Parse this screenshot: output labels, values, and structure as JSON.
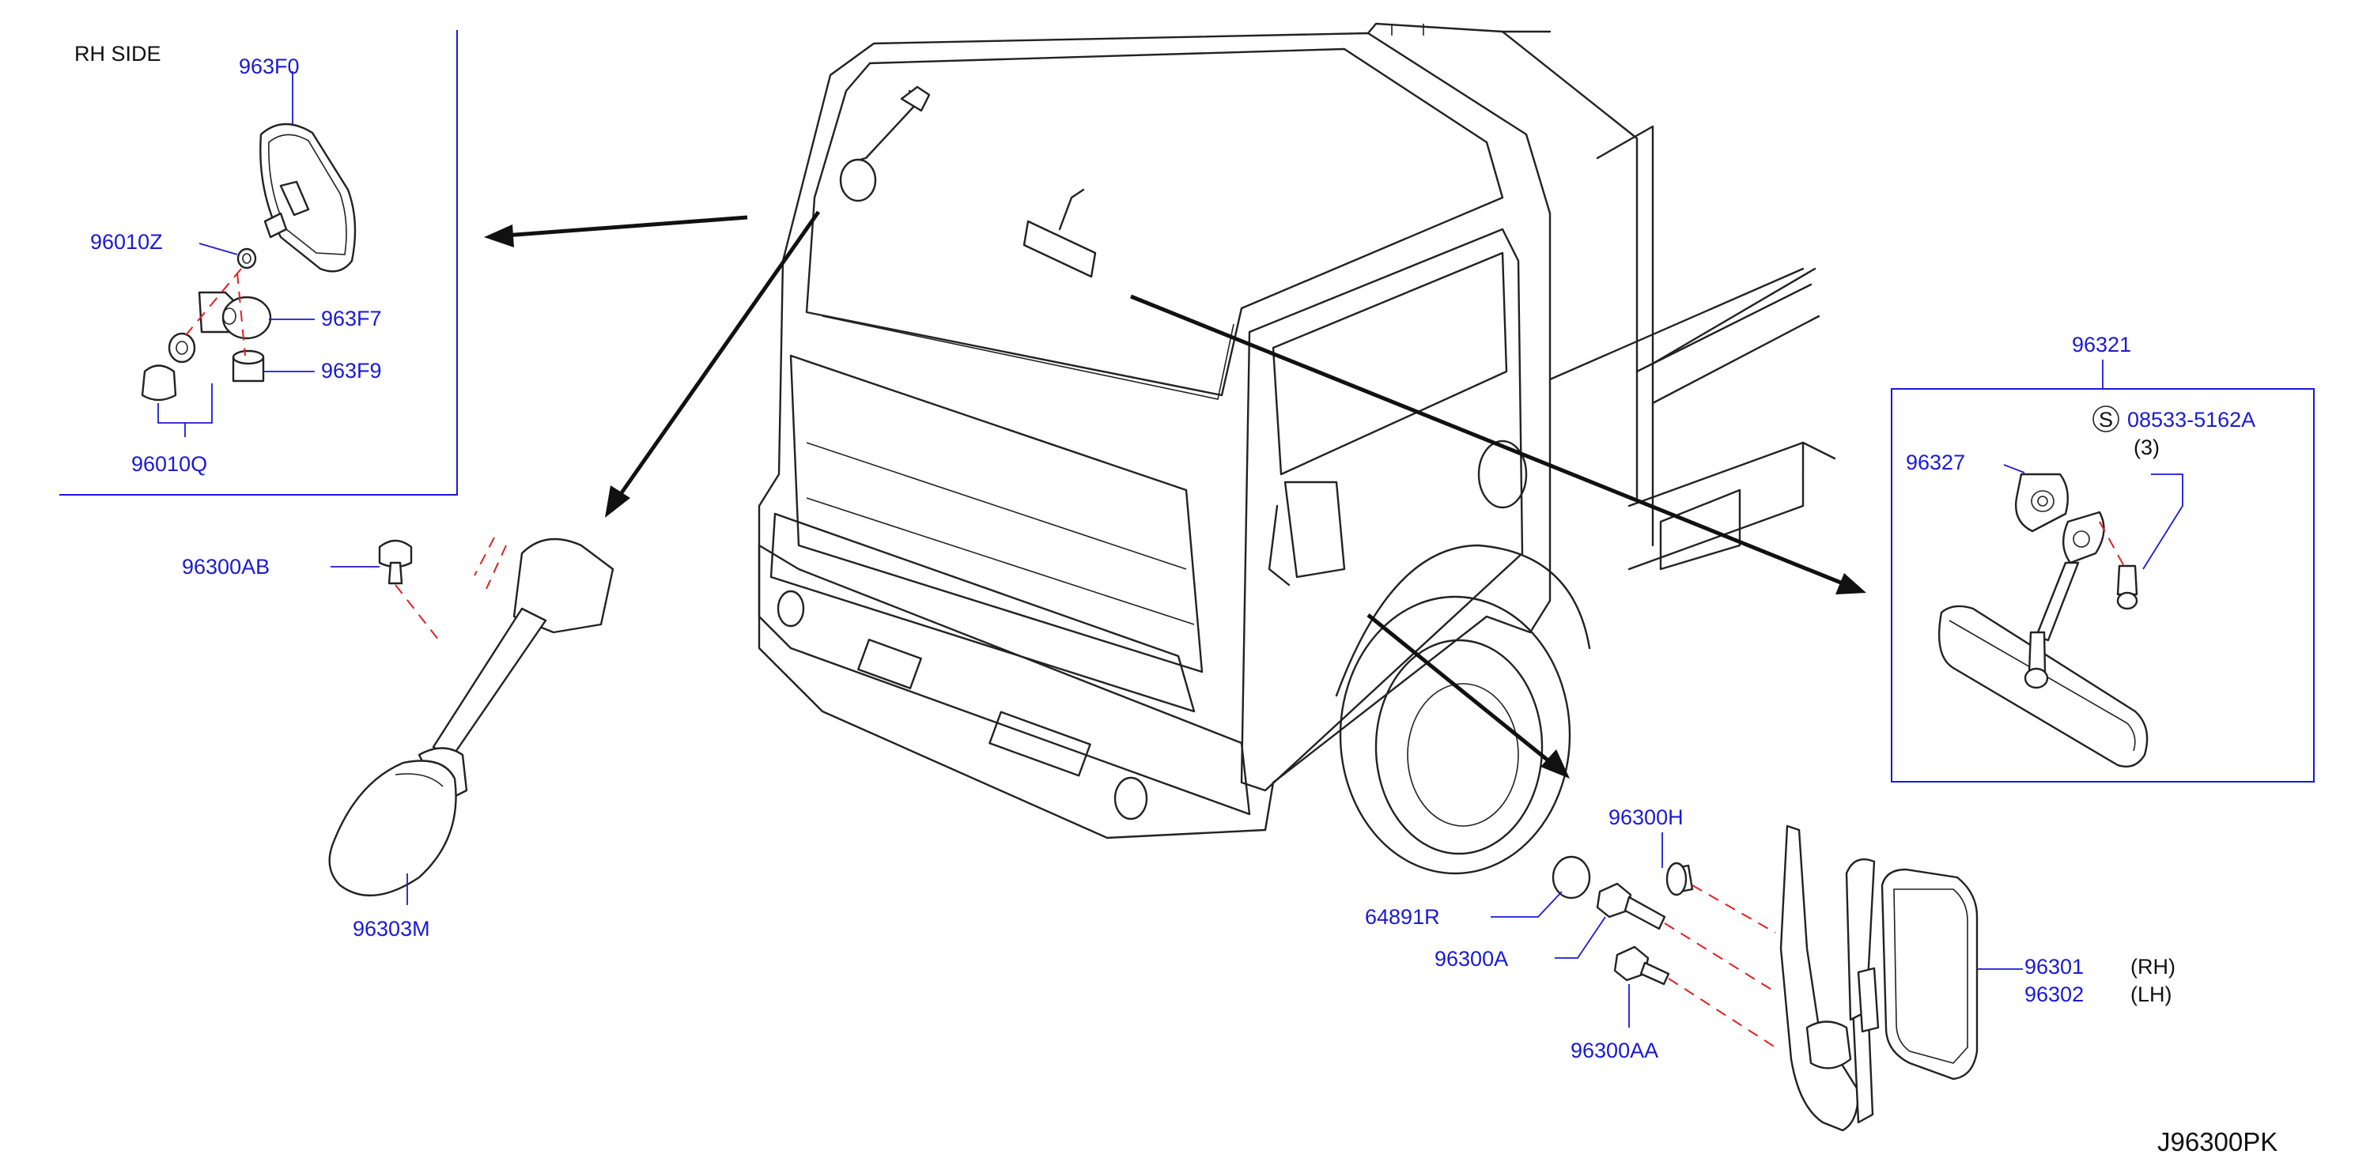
{
  "diagram_code": "J96300PK",
  "insets": {
    "rh_side": {
      "title": "RH   SIDE",
      "parts": [
        "963F0",
        "96010Z",
        "963F7",
        "963F9",
        "96010Q"
      ]
    },
    "inner_mirror": {
      "parts": [
        "96321",
        "96327"
      ],
      "screw": {
        "symbol": "S",
        "part": "08533-5162A",
        "qty": "(3)"
      }
    }
  },
  "parts": {
    "p96300AB": "96300AB",
    "p96303M": "96303M",
    "p96300H": "96300H",
    "p64891R": "64891R",
    "p96300A": "96300A",
    "p96300AA": "96300AA",
    "p96301": "96301",
    "p96302": "96302",
    "rh": "(RH)",
    "lh": "(LH)"
  },
  "colors": {
    "label": "#1a1ad6",
    "line": "#222222",
    "dash": "#e02020"
  }
}
